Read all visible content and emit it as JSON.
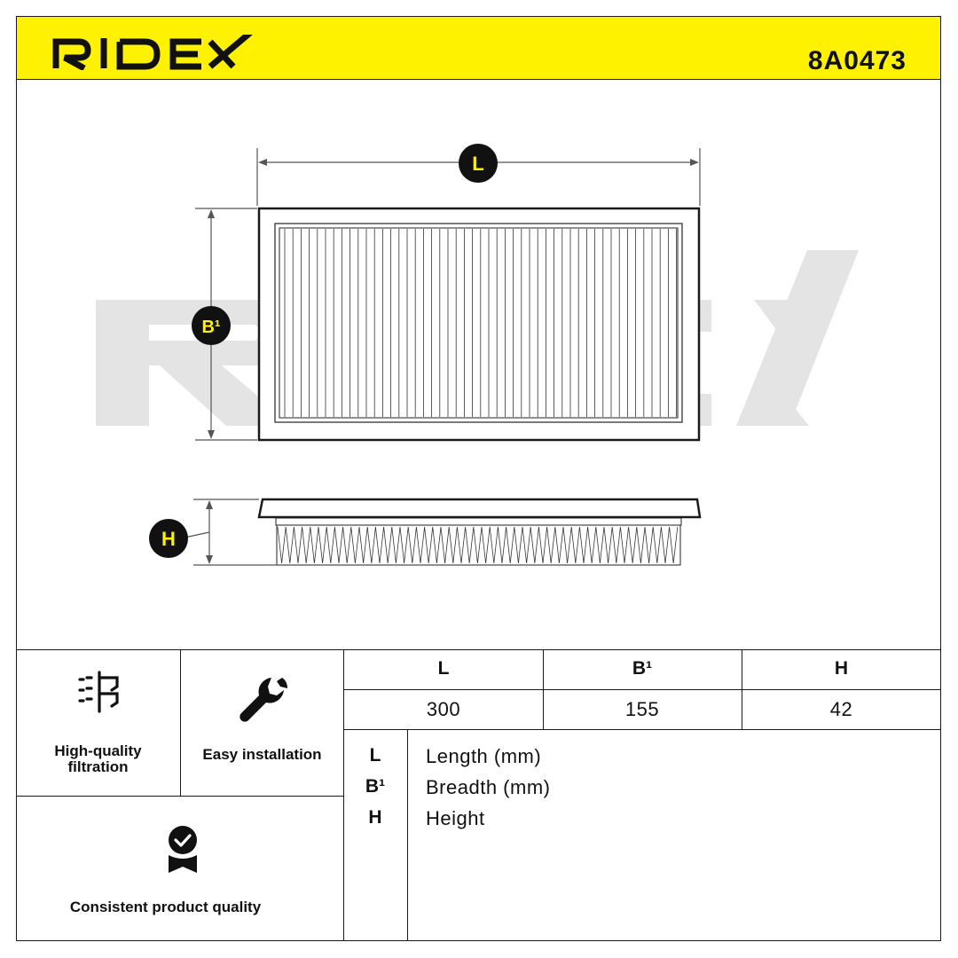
{
  "header": {
    "brand": "RIDEX",
    "part_number": "8A0473",
    "accent_color": "#fff200"
  },
  "drawing": {
    "watermark": "RIDEX",
    "labels": {
      "length": "L",
      "breadth": "B¹",
      "height": "H"
    }
  },
  "features": [
    {
      "label": "High-quality filtration",
      "icon": "filtration-icon"
    },
    {
      "label": "Easy installation",
      "icon": "wrench-icon"
    },
    {
      "label": "Consistent product quality",
      "icon": "quality-badge-icon"
    }
  ],
  "dimensions": {
    "headers": [
      "L",
      "B¹",
      "H"
    ],
    "values": [
      "300",
      "155",
      "42"
    ]
  },
  "legend": [
    {
      "key": "L",
      "desc": "Length (mm)"
    },
    {
      "key": "B¹",
      "desc": "Breadth (mm)"
    },
    {
      "key": "H",
      "desc": "Height"
    }
  ]
}
